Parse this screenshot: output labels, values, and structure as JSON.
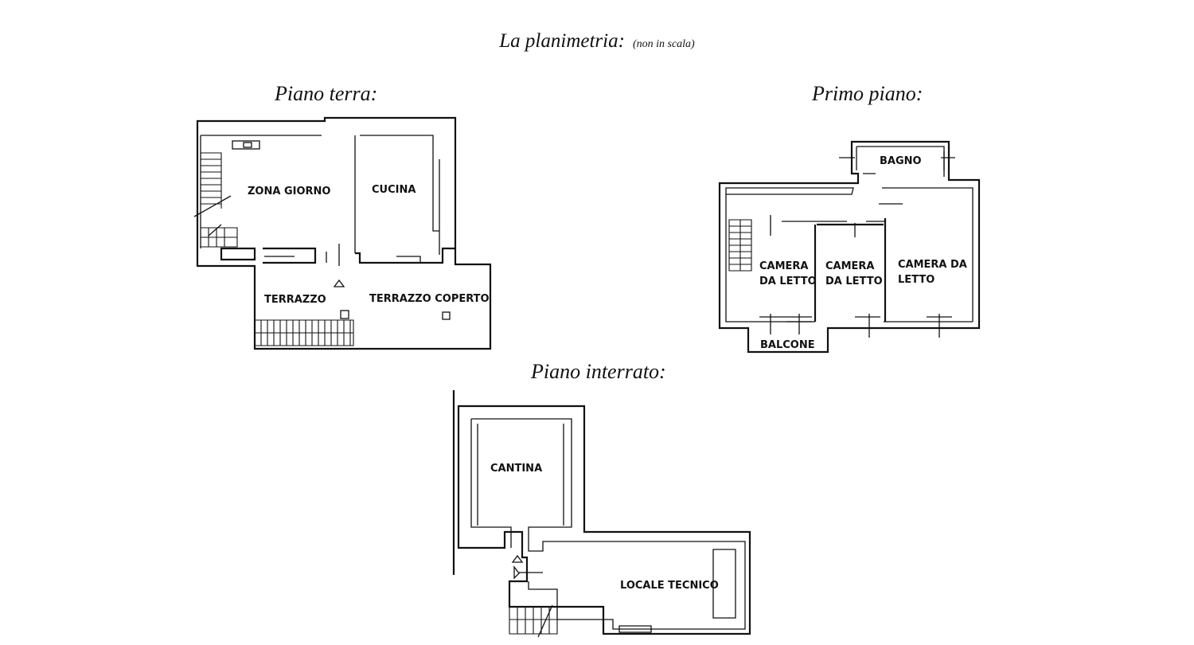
{
  "header": {
    "title": "La planimetria:",
    "note": "(non in scala)"
  },
  "floors": {
    "ground": {
      "title": "Piano terra:",
      "rooms": [
        "ZONA GIORNO",
        "CUCINA",
        "TERRAZZO",
        "TERRAZZO COPERTO"
      ]
    },
    "first": {
      "title": "Primo piano:",
      "rooms": [
        "BAGNO",
        "CAMERA",
        "DA LETTO",
        "CAMERA",
        "DA LETTO",
        "CAMERA DA",
        "LETTO",
        "BALCONE"
      ]
    },
    "basement": {
      "title": "Piano interrato:",
      "rooms": [
        "CANTINA",
        "LOCALE TECNICO"
      ]
    }
  }
}
